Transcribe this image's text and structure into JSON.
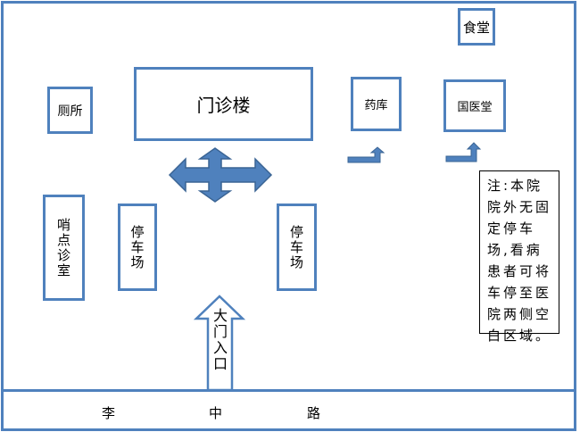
{
  "title": "医院平面示意图",
  "buildings": {
    "outpatient": "门诊楼",
    "toilet": "厕所",
    "pharmacy": "药库",
    "tcm_hall": "国医堂",
    "canteen": "食堂",
    "sentry_clinic": "哨点诊室",
    "parking_left": "停车场",
    "parking_right": "停车场"
  },
  "entrance": "大门入口",
  "road": {
    "chars": [
      "李",
      "中",
      "路"
    ]
  },
  "note": "注:本院院外无固定停车场,看病患者可将车停至医院两侧空白区域。",
  "colors": {
    "accent": "#4f81bd",
    "arrow_fill": "#4f81bd",
    "arrow_stroke": "#3a6494"
  }
}
